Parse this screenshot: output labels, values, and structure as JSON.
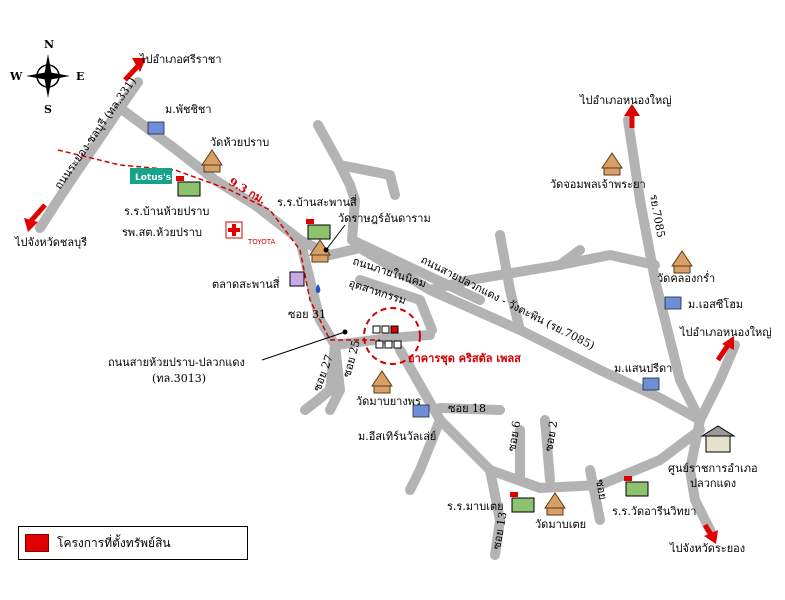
{
  "compass": {
    "n": "N",
    "s": "S",
    "e": "E",
    "w": "W"
  },
  "directions": {
    "to_sriracha": "ไปอำเภอศรีราชา",
    "to_chonburi": "ไปจังหวัดชลบุรี",
    "to_nongyai_top": "ไปอำเภอหนองใหญ่",
    "to_nongyai_right": "ไปอำเภอหนองใหญ่",
    "to_rayong": "ไปจังหวัดระยอง"
  },
  "roads": {
    "rayong_chonburi": "ถนนระยอง-ชลบุรี (ทล.331)",
    "pluak_daeng_wang_tapin": "ถนนสายปลวกแดง - วังตะพิน (รย.7085)",
    "huaiprap_pluakdaeng": "ถนนสายห้วยปราบ-ปลวกแดง",
    "huaiprap_code": "(ทล.3013)",
    "industrial": "ถนนภายในนิคม",
    "industrial_2": "อุตสาหกรรม",
    "rai_7085": "รย.7085",
    "distance": "9.3 กม."
  },
  "soi": {
    "soi31": "ซอย 31",
    "soi27": "ซอย 27",
    "soi25": "ซอย 25",
    "soi18": "ซอย 18",
    "soi13": "ซอย 13",
    "soi6": "ซอย 6",
    "soi2": "ซอย 2",
    "soi_a": "ซอย"
  },
  "places": {
    "phatchicha": "ม.พัชชิชา",
    "wat_huaiprap": "วัดห้วยปราบ",
    "lotus": "Lotus's",
    "school_huaiprap": "ร.ร.บ้านห้วยปราบ",
    "hospital": "รพ.สต.ห้วยปราบ",
    "toyota": "TOYOTA",
    "market": "ตลาดสะพานสี่",
    "school_saphansi": "ร.ร.บ้านสะพานสี่",
    "wat_rat": "วัดราษฎร์อันดาราม",
    "wat_ompon": "วัดจอมพลเจ้าพระยา",
    "wat_khlongkra": "วัดคลองกร่ำ",
    "m_esthom": "ม.เอสซีโฮม",
    "m_saenpreeda": "ม.แสนปรีดา",
    "wat_maptayang": "วัดมาบยางพร",
    "m_eastern": "ม.อีสเทิร์นวัลเล่ย์",
    "project": "อาคารชุด คริสตัล เพลส",
    "district_office": "ศูนย์ราชการอำเภอ",
    "district_office_2": "ปลวกแดง",
    "school_maptai": "ร.ร.มาบเตย",
    "wat_maptai": "วัดมาบเตย",
    "school_watsanaram": "ร.ร.วัดอารีนวิทยา"
  },
  "legend": {
    "label": "โครงการที่ตั้งทรัพย์สิน",
    "color": "#e00000"
  },
  "colors": {
    "road": "#b3b3b3",
    "accent_red": "#d40000",
    "route": "#d40000"
  }
}
